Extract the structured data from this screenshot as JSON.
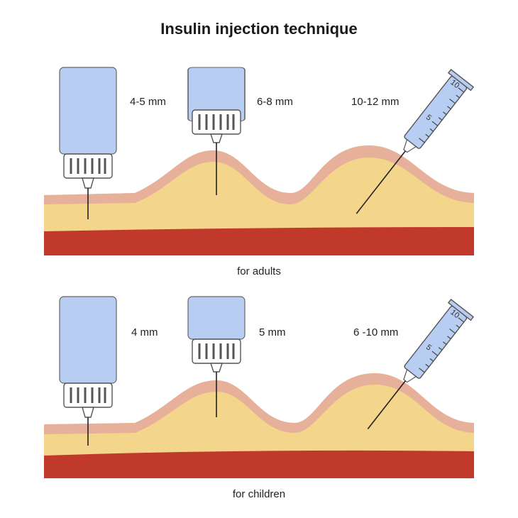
{
  "title": "Insulin injection technique",
  "adults": {
    "caption": "for adults",
    "labels": [
      "4-5 mm",
      "6-8 mm",
      "10-12 mm"
    ]
  },
  "children": {
    "caption": "for children",
    "labels": [
      "4 mm",
      "5 mm",
      "6 -10 mm"
    ]
  },
  "syringe_scale": [
    "5",
    "10"
  ],
  "colors": {
    "muscle": "#c0392b",
    "fat": "#f3d58b",
    "skin": "#e6b09a",
    "pen": "#b8cdf2",
    "outline": "#555555"
  }
}
